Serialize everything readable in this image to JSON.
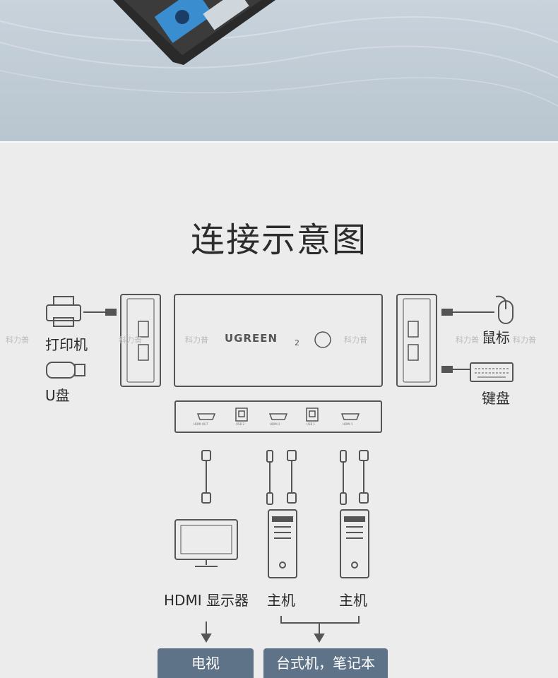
{
  "title": "连接示意图",
  "brand": "UGREEN",
  "switch_indicator": "2",
  "left_devices": [
    {
      "label": "打印机"
    },
    {
      "label": "U盘"
    }
  ],
  "right_devices": [
    {
      "label": "鼠标"
    },
    {
      "label": "键盘"
    }
  ],
  "ports": [
    "HDMI OUT",
    "USB 2",
    "HDMI 2",
    "USB 1",
    "HDMI 1"
  ],
  "bottom_devices": [
    {
      "label": "HDMI 显示器"
    },
    {
      "label": "主机"
    },
    {
      "label": "主机"
    }
  ],
  "targets": [
    {
      "label": "电视"
    },
    {
      "label": "台式机，笔记本"
    }
  ],
  "watermark": "科力普",
  "colors": {
    "accent_button": "#5e7288",
    "line": "#555555"
  }
}
